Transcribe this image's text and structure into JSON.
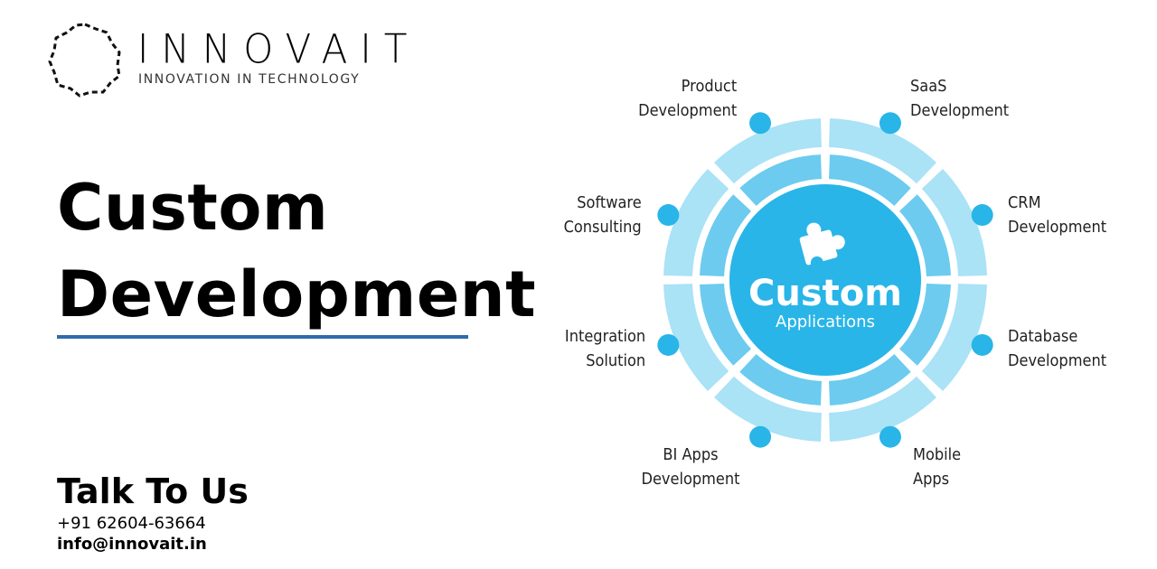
{
  "logo": {
    "name": "INNOVAIT",
    "tagline": "INNOVATION IN TECHNOLOGY"
  },
  "headline": {
    "line1": "Custom",
    "line2": "Development"
  },
  "contact": {
    "heading": "Talk To Us",
    "phone": "+91 62604-63664",
    "email": "info@innovait.in"
  },
  "diagram": {
    "center_title": "Custom",
    "center_subtitle": "Applications",
    "center_icon": "puzzle-piece-icon",
    "colors": {
      "center": "#29b5e8",
      "inner_ring": "#6ccbef",
      "outer_ring": "#aae2f6",
      "dot": "#29b5e8",
      "rule": "#2f6aac"
    },
    "items": [
      {
        "line1": "Product",
        "line2": "Development"
      },
      {
        "line1": "SaaS",
        "line2": "Development"
      },
      {
        "line1": "CRM",
        "line2": "Development"
      },
      {
        "line1": "Database",
        "line2": "Development"
      },
      {
        "line1": "Mobile",
        "line2": "Apps"
      },
      {
        "line1": "BI Apps",
        "line2": "Development"
      },
      {
        "line1": "Integration",
        "line2": "Solution"
      },
      {
        "line1": "Software",
        "line2": "Consulting"
      }
    ]
  }
}
